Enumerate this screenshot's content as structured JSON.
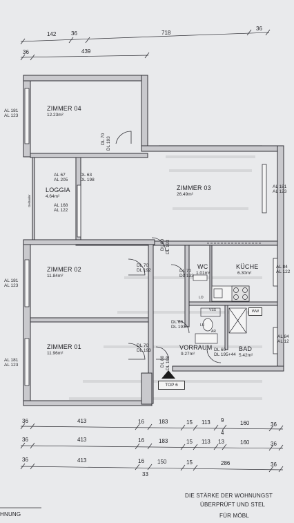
{
  "rooms": [
    {
      "name": "ZIMMER 04",
      "area": "12.23m²"
    },
    {
      "name": "LOGGIA",
      "area": "4.64m²"
    },
    {
      "name": "ZIMMER 03",
      "area": "26.49m²"
    },
    {
      "name": "ZIMMER 02",
      "area": "11.84m²"
    },
    {
      "name": "WC",
      "area": "1.01m²"
    },
    {
      "name": "KÜCHE",
      "area": "6.30m²"
    },
    {
      "name": "ZIMMER 01",
      "area": "11.96m²"
    },
    {
      "name": "VORRAUM",
      "area": "9.27m²"
    },
    {
      "name": "BAD",
      "area": "5.42m²"
    }
  ],
  "openings": {
    "z04_window": [
      "AL 181",
      "AL 123"
    ],
    "z04_door": [
      "DL 70",
      "DL 193"
    ],
    "loggia_top": [
      "AL 67",
      "AL 205"
    ],
    "loggia_bottom": [
      "AL 168",
      "AL 122"
    ],
    "loggia_door": [
      "DL 63",
      "DL 198"
    ],
    "z03_window": [
      "AL 181",
      "AL 123"
    ],
    "z03_door": [
      "DL 80",
      "DL 193"
    ],
    "z02_window": [
      "AL 181",
      "AL 123"
    ],
    "z02_door": [
      "DL 70",
      "DL 192"
    ],
    "wc_door": [
      "DL 70",
      "DL 193"
    ],
    "kueche_window": [
      "AL 84",
      "AL 122"
    ],
    "bad_door": [
      "DL 60",
      "DL 193"
    ],
    "z01_window": [
      "AL 181",
      "AL 123"
    ],
    "z01_door": [
      "DL 70",
      "DL 193"
    ],
    "entry_door": [
      "DL 80",
      "DL 198"
    ],
    "vorraum_door": [
      "DL 60",
      "DL 195+44"
    ],
    "bad_window": [
      "AL 84",
      "AL 12"
    ]
  },
  "fixtures": {
    "lo": "LO",
    "lu": "LU",
    "ar": "AR",
    "vss": "VSS",
    "ww": "WW"
  },
  "side_label": "Geländer",
  "unit_label": "TOP 6",
  "dims": {
    "top1": [
      "142",
      "36",
      "718",
      "36"
    ],
    "top2": [
      "36",
      "439"
    ],
    "bottom1": [
      "36",
      "413",
      "16",
      "183",
      "15",
      "113",
      "9",
      "4",
      "160",
      "36"
    ],
    "bottom2": [
      "36",
      "413",
      "16",
      "183",
      "15",
      "113",
      "13",
      "160",
      "36"
    ],
    "bottom3": [
      "36",
      "413",
      "16",
      "150",
      "15",
      "286",
      "36"
    ],
    "bottom3_extra": "33"
  },
  "footer": {
    "line1": "DIE STÄRKE DER WOHNUNGST",
    "line2": "ÜBERPRÜFT UND STEL",
    "line3": "FÜR MÖBL",
    "left": "HNUNG"
  }
}
